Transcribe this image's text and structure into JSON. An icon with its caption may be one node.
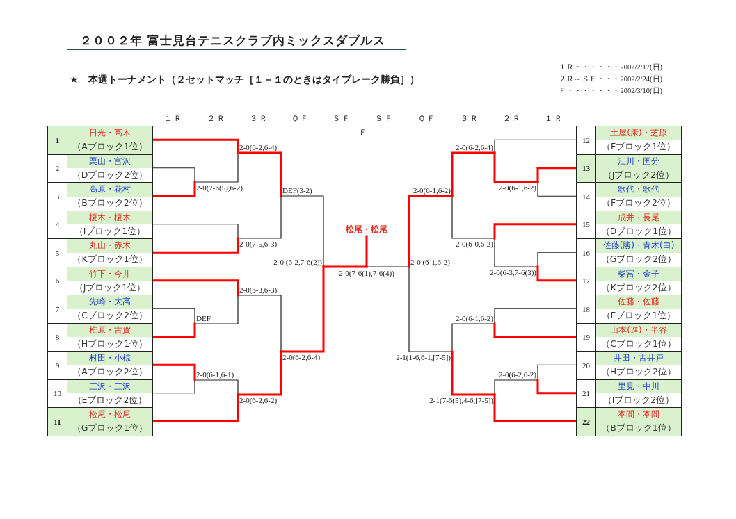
{
  "diagram": {
    "title": "２００２年 富士見台テニスクラブ内ミックスダブルス",
    "nodes": [
      {
        "text": [
          "1",
          "日光・高木",
          "（Aブロック1位）"
        ]
      },
      {
        "text": [
          "2",
          "栗山・富沢",
          "（Dブロック2位）"
        ]
      },
      {
        "text": [
          "3",
          "高原・花村",
          "（Bブロック2位）"
        ]
      },
      {
        "text": [
          "4",
          "榎木・榎木",
          "（Iブロック1位）"
        ]
      },
      {
        "text": [
          "5",
          "丸山・赤木",
          "（Kブロック1位）"
        ]
      },
      {
        "text": [
          "6",
          "竹下・今井",
          "（Jブロック1位）"
        ]
      },
      {
        "text": [
          "7",
          "先崎・大高",
          "（Cブロック2位）"
        ]
      },
      {
        "text": [
          "8",
          "椎原・古賀",
          "（Hブロック1位）"
        ]
      },
      {
        "text": [
          "9",
          "村田・小椋",
          "（Aブロック2位）"
        ]
      },
      {
        "text": [
          "10",
          "三沢・三沢",
          "（Eブロック2位）"
        ]
      },
      {
        "text": [
          "11",
          "松尾・松尾",
          "（Gブロック1位）"
        ]
      },
      {
        "text": [
          "12",
          "土屋(康)・芝原",
          "（Fブロック1位）"
        ]
      },
      {
        "text": [
          "13",
          "江川・国分",
          "（Jブロック2位）"
        ]
      },
      {
        "text": [
          "14",
          "歌代・歌代",
          "（Fブロック2位）"
        ]
      },
      {
        "text": [
          "15",
          "成井・長尾",
          "（Dブロック1位）"
        ]
      },
      {
        "text": [
          "16",
          "佐藤(勝)・青木(ヨ)",
          "（Gブロック2位）"
        ]
      },
      {
        "text": [
          "17",
          "柴宮・金子",
          "（Kブロック2位）"
        ]
      },
      {
        "text": [
          "18",
          "佐藤・佐藤",
          "（Eブロック1位）"
        ]
      },
      {
        "text": [
          "19",
          "山本(進)・半谷",
          "（Cブロック1位）"
        ]
      },
      {
        "text": [
          "20",
          "井田・古井戸",
          "（Hブロック2位）"
        ]
      },
      {
        "text": [
          "21",
          "里見・中川",
          "（Iブロック2位）"
        ]
      },
      {
        "text": [
          "22",
          "本間・本間",
          "（Bブロック1位）"
        ]
      },
      {
        "text": [
          "2-0(6-2,6-4)"
        ]
      },
      {
        "text": [
          "2-0(7-6(5),6-2)"
        ]
      },
      {
        "text": [
          "DEF(3-2)"
        ]
      },
      {
        "text": [
          "2-0(7-5,6-3)"
        ]
      },
      {
        "text": [
          "2-0 (6-2,7-6(2))"
        ]
      },
      {
        "text": [
          "2-0(6-3,6-3)"
        ]
      },
      {
        "text": [
          "DEF"
        ]
      },
      {
        "text": [
          "2-0(6-2,6-4)"
        ]
      },
      {
        "text": [
          "2-0(6-1,6-1)"
        ]
      },
      {
        "text": [
          "2-0(6-2,6-2)"
        ]
      },
      {
        "text": [
          "松尾・松尾"
        ]
      },
      {
        "text": [
          "2-0(7-6(1),7-6(4))"
        ]
      },
      {
        "text": [
          "2-0(6-2,6-4)"
        ]
      },
      {
        "text": [
          "2-0(6-1,6-2)"
        ]
      },
      {
        "text": [
          "2-0(6-1,6-2)"
        ]
      },
      {
        "text": [
          "2-0(6-0,6-2)"
        ]
      },
      {
        "text": [
          "2-0 (6-1,6-2)"
        ]
      },
      {
        "text": [
          "2-0(6-3,7-6(3))"
        ]
      },
      {
        "text": [
          "2-0(6-1,6-2)"
        ]
      },
      {
        "text": [
          "2-1(1-6,6-1,[7-5])"
        ]
      },
      {
        "text": [
          "2-0(6-2,6-2)"
        ]
      },
      {
        "text": [
          "2-1(7-6(5),4-6,[7-5])"
        ]
      }
    ],
    "edges": [
      {
        "from": 1,
        "to": 23,
        "arrow": "none",
        "color": "#222222"
      },
      {
        "from": 2,
        "to": 23,
        "arrow": "none"
      },
      {
        "from": 0,
        "to": 22,
        "arrow": "none"
      },
      {
        "from": 23,
        "to": 22,
        "arrow": "none",
        "color": "#222222"
      },
      {
        "from": 3,
        "to": 25,
        "arrow": "none",
        "color": "#222222"
      },
      {
        "from": 4,
        "to": 25,
        "arrow": "none"
      },
      {
        "from": 22,
        "to": 24,
        "arrow": "none"
      },
      {
        "from": 25,
        "to": 24,
        "arrow": "none",
        "color": "#222222"
      },
      {
        "from": 6,
        "to": 28,
        "arrow": "none",
        "color": "#222222"
      },
      {
        "from": 7,
        "to": 28,
        "arrow": "none"
      },
      {
        "from": 5,
        "to": 27,
        "arrow": "none"
      },
      {
        "from": 28,
        "to": 27,
        "arrow": "none",
        "color": "#222222"
      },
      {
        "from": 8,
        "to": 30,
        "arrow": "none"
      },
      {
        "from": 9,
        "to": 30,
        "arrow": "none",
        "color": "#222222"
      },
      {
        "from": 30,
        "to": 31,
        "arrow": "none",
        "color": "#222222"
      },
      {
        "from": 10,
        "to": 31,
        "arrow": "none"
      },
      {
        "from": 27,
        "to": 29,
        "arrow": "none",
        "color": "#222222"
      },
      {
        "from": 31,
        "to": 29,
        "arrow": "none"
      },
      {
        "from": 24,
        "to": 26,
        "arrow": "none",
        "color": "#222222"
      },
      {
        "from": 29,
        "to": 26,
        "arrow": "none"
      },
      {
        "from": 26,
        "to": 33,
        "arrow": "none"
      },
      {
        "from": 38,
        "to": 33,
        "arrow": "none",
        "color": "#222222"
      },
      {
        "from": 33,
        "to": 32,
        "arrow": "none"
      },
      {
        "from": 12,
        "to": 36,
        "arrow": "none"
      },
      {
        "from": 13,
        "to": 36,
        "arrow": "none",
        "color": "#222222"
      },
      {
        "from": 11,
        "to": 34,
        "arrow": "none",
        "color": "#222222"
      },
      {
        "from": 36,
        "to": 34,
        "arrow": "none"
      },
      {
        "from": 15,
        "to": 39,
        "arrow": "none",
        "color": "#222222"
      },
      {
        "from": 16,
        "to": 39,
        "arrow": "none"
      },
      {
        "from": 14,
        "to": 37,
        "arrow": "none"
      },
      {
        "from": 39,
        "to": 37,
        "arrow": "none",
        "color": "#222222"
      },
      {
        "from": 34,
        "to": 35,
        "arrow": "none"
      },
      {
        "from": 37,
        "to": 35,
        "arrow": "none",
        "color": "#222222"
      },
      {
        "from": 17,
        "to": 40,
        "arrow": "none",
        "color": "#222222"
      },
      {
        "from": 18,
        "to": 40,
        "arrow": "none"
      },
      {
        "from": 19,
        "to": 42,
        "arrow": "none",
        "color": "#222222"
      },
      {
        "from": 20,
        "to": 42,
        "arrow": "none"
      },
      {
        "from": 42,
        "to": 43,
        "arrow": "none",
        "color": "#222222"
      },
      {
        "from": 21,
        "to": 43,
        "arrow": "none"
      },
      {
        "from": 40,
        "to": 41,
        "arrow": "none",
        "color": "#222222"
      },
      {
        "from": 43,
        "to": 41,
        "arrow": "none"
      },
      {
        "from": 35,
        "to": 38,
        "arrow": "none"
      },
      {
        "from": 41,
        "to": 38,
        "arrow": "none",
        "color": "#222222"
      }
    ],
    "labels": [
      "１Ｒ・・・・・・2002/2/17(日)",
      "★　本選トーナメント（２セットマッチ［１－１のときはタイブレーク勝負］）",
      "２Ｒ～ＳＦ・・・2002/2/24(日)",
      "Ｆ・・・・・・・2002/3/10(日)",
      "１Ｒ",
      "２Ｒ",
      "３Ｒ",
      "ＱＦ",
      "ＳＦ",
      "ＳＦ",
      "ＱＦ",
      "３Ｒ",
      "２Ｒ",
      "１Ｒ",
      "Ｆ"
    ]
  }
}
